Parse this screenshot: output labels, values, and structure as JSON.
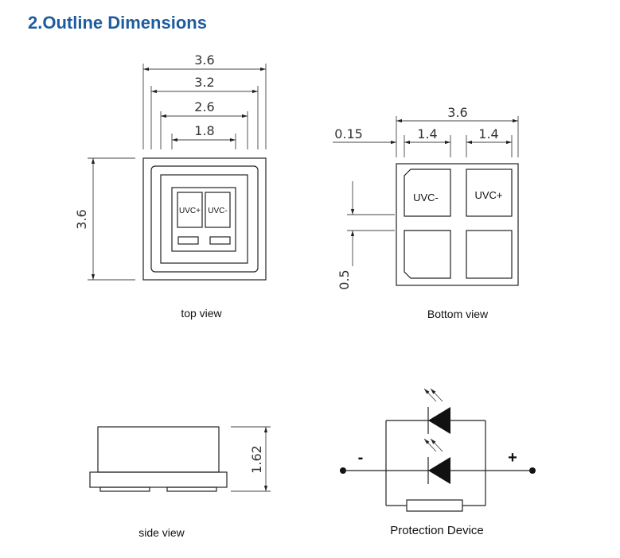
{
  "title": "2.Outline Dimensions",
  "top_view": {
    "caption": "top view",
    "dims": {
      "w_outer": "3.6",
      "w_mid": "3.2",
      "w_inner": "2.6",
      "w_chip": "1.8",
      "height": "3.6"
    },
    "pad_left": "UVC+",
    "pad_right": "UVC-"
  },
  "bottom_view": {
    "caption": "Bottom  view",
    "dims": {
      "width": "3.6",
      "pad_w1": "1.4",
      "pad_w2": "1.4",
      "offset": "0.15",
      "gap": "0.5"
    },
    "pad_left": "UVC-",
    "pad_right": "UVC+"
  },
  "side_view": {
    "caption": "side view",
    "dims": {
      "height": "1.62"
    }
  },
  "circuit": {
    "caption": "Protection Device",
    "minus": "-",
    "plus": "+"
  }
}
